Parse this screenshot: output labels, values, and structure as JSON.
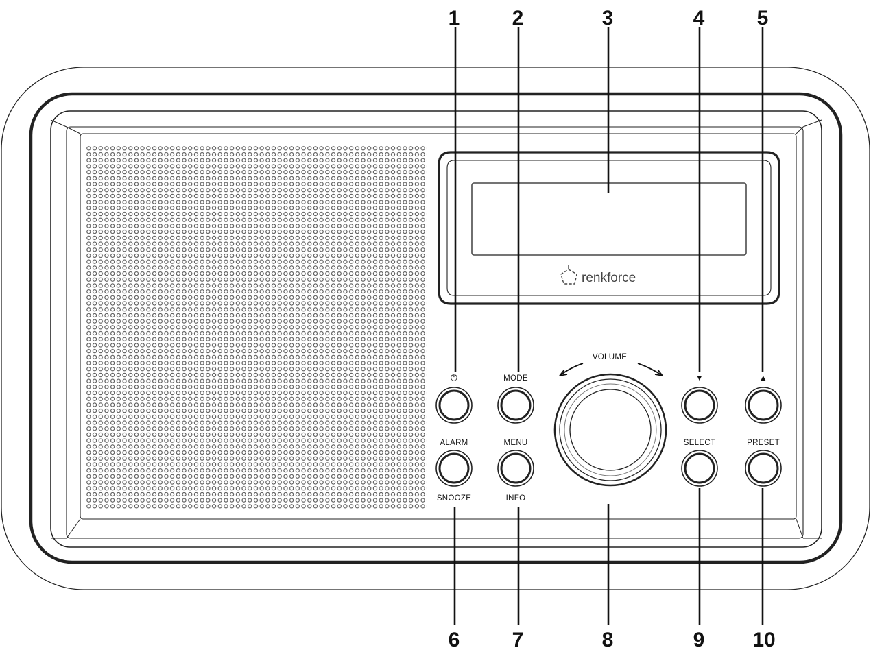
{
  "brand": {
    "name": "renkforce"
  },
  "labels": {
    "power_symbol": "⏻",
    "mode": "MODE",
    "volume": "VOLUME",
    "down": "▼",
    "up": "▲",
    "alarm": "ALARM",
    "snooze": "SNOOZE",
    "menu": "MENU",
    "info": "INFO",
    "select": "SELECT",
    "preset": "PRESET"
  },
  "callouts": {
    "c1": "1",
    "c2": "2",
    "c3": "3",
    "c4": "4",
    "c5": "5",
    "c6": "6",
    "c7": "7",
    "c8": "8",
    "c9": "9",
    "c10": "10"
  }
}
